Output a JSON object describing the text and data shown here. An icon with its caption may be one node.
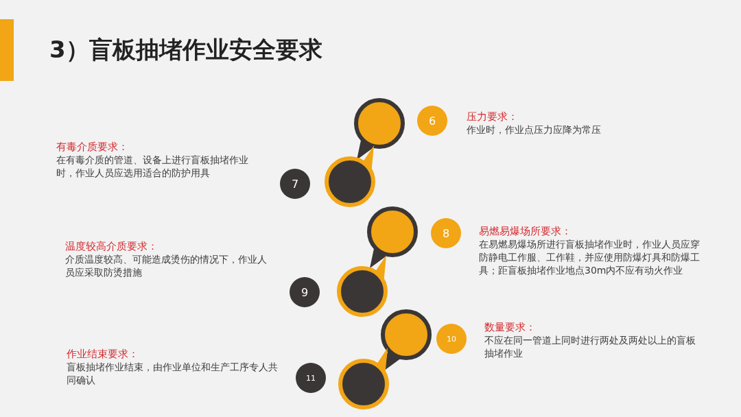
{
  "diagram": {
    "title": "3）盲板抽堵作业安全要求",
    "nodes": [
      {
        "text": [],
        "shape": "circle"
      },
      {
        "text": [
          "6"
        ],
        "beside": [
          "压力要求：",
          "作业时，作业点压力应降为常压"
        ]
      },
      {
        "text": [],
        "shape": "circle"
      },
      {
        "text": [
          "7"
        ],
        "beside": [
          "有毒介质要求：",
          "在有毒介质的管道、设备上进行盲板抽堵作业时，作业人员应选用适合的防护用具"
        ]
      },
      {
        "text": [],
        "shape": "circle"
      },
      {
        "text": [
          "8"
        ],
        "beside": [
          "易燃易爆场所要求：",
          "在易燃易爆场所进行盲板抽堵作业时，作业人员应穿防静电工作服、工作鞋，并应使用防爆灯具和防爆工具；距盲板抽堵作业地点30m内不应有动火作业"
        ]
      },
      {
        "text": [],
        "shape": "circle"
      },
      {
        "text": [
          "9"
        ],
        "beside": [
          "温度较高介质要求：",
          "介质温度较高、可能造成烫伤的情况下，作业人员应采取防烫措施"
        ]
      },
      {
        "text": [],
        "shape": "circle"
      },
      {
        "text": [
          "10"
        ],
        "beside": [
          "数量要求：",
          "不应在同一管道上同时进行两处及两处以上的盲板抽堵作业"
        ]
      },
      {
        "text": [],
        "shape": "circle"
      },
      {
        "text": [
          "11"
        ],
        "beside": [
          "作业结束要求：",
          "盲板抽堵作业结束，由作业单位和生产工序专人共同确认"
        ]
      }
    ],
    "edges": []
  }
}
